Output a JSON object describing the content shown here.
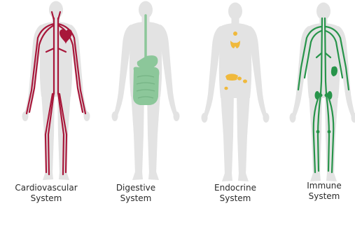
{
  "colors": {
    "silhouette": "#e3e3e3",
    "cardiovascular": "#a8173a",
    "digestive": "#8cc79a",
    "endocrine": "#f0b93c",
    "immune": "#27944a",
    "label_text": "#2a2a2a"
  },
  "figures": [
    {
      "system": "cardiovascular",
      "label_line1": "Cardiovascular",
      "label_line2": "System",
      "icon": "heart-and-blood-vessels"
    },
    {
      "system": "digestive",
      "label_line1": "Digestive",
      "label_line2": "System",
      "icon": "stomach-and-intestines"
    },
    {
      "system": "endocrine",
      "label_line1": "Endocrine",
      "label_line2": "System",
      "icon": "glands"
    },
    {
      "system": "immune",
      "label_line1": "Immune",
      "label_line2": "System",
      "icon": "lymphatic-vessels"
    }
  ]
}
